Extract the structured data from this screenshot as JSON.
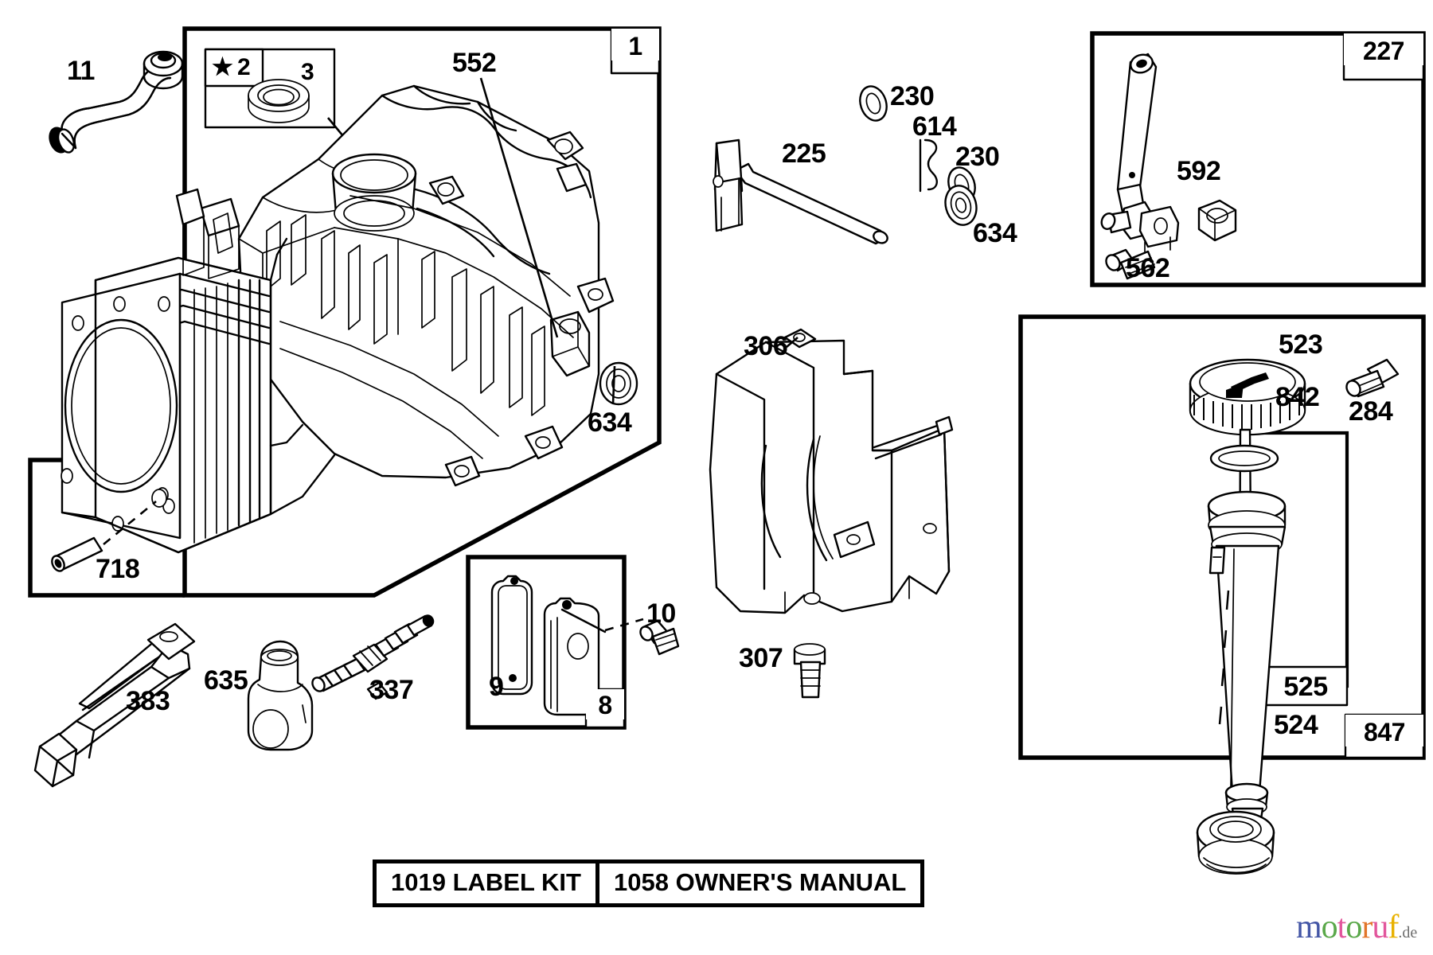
{
  "diagram": {
    "title": "Briggs & Stratton Engine Exploded Parts Diagram",
    "watermark": {
      "letters": [
        {
          "ch": "m",
          "color": "#4456a6"
        },
        {
          "ch": "o",
          "color": "#5aa84a"
        },
        {
          "ch": "t",
          "color": "#e2569c"
        },
        {
          "ch": "o",
          "color": "#5aa84a"
        },
        {
          "ch": "r",
          "color": "#e2752a"
        },
        {
          "ch": "u",
          "color": "#e2569c"
        },
        {
          "ch": "f",
          "color": "#e8b100"
        }
      ],
      "suffix": ".de"
    },
    "line_color": "#000000",
    "background": "#ffffff"
  },
  "callouts": {
    "hose_breather": "11",
    "seal_kit_item": "3",
    "star_item": "2",
    "crankcase_plug": "552",
    "seal_634_main": "634",
    "dowel_pin": "718",
    "spark_plug_wrench": "383",
    "spark_plug_boot": "635",
    "spark_plug": "337",
    "governor_shaft": "225",
    "washer_230_top": "230",
    "clip_614": "614",
    "washer_230_lower": "230",
    "seal_634_right": "634",
    "governor_nut": "592",
    "governor_screw": "562",
    "blower_housing_baffle": "306",
    "baffle_screw": "307",
    "muffler_gasket": "9",
    "muffler_screw": "10",
    "dipstick_cap": "523",
    "o_ring": "842",
    "tube_screw": "284",
    "dipstick_tube": "525",
    "oil_fill_plug": "524"
  },
  "panel_numbers": {
    "cylinder_assembly": "1",
    "muffler_group": "8",
    "governor_control": "227",
    "dipstick_group": "847"
  },
  "kit_boxes": [
    {
      "id": "label-kit",
      "text": "1019 LABEL KIT"
    },
    {
      "id": "owners-manual",
      "text": "1058 OWNER'S MANUAL"
    }
  ]
}
